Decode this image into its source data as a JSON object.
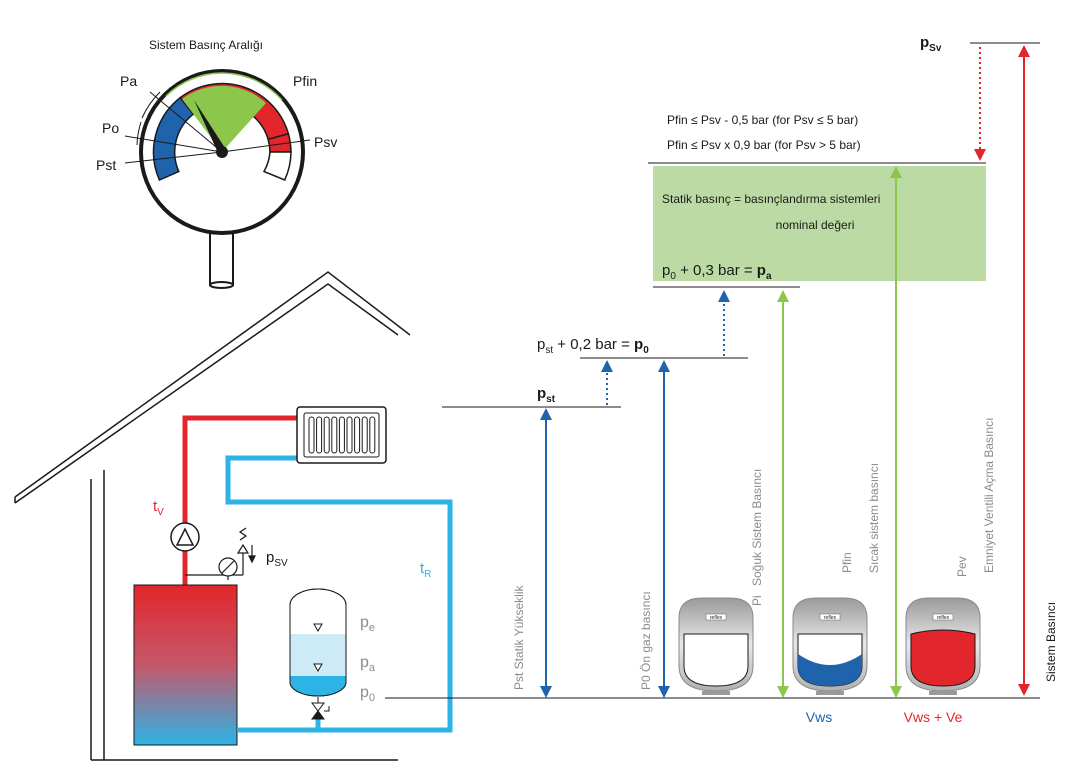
{
  "colors": {
    "red": "#e3262b",
    "blue": "#1f63ad",
    "cyan": "#2db3e5",
    "green": "#8cc64a",
    "green_zone": "#bcdba4",
    "dark": "#1a1a1a",
    "grey_text": "#8c8c8c"
  },
  "gauge": {
    "title": "Sistem Basınç Aralığı",
    "label_pa": "Pa",
    "label_pfin": "Pfin",
    "label_p0": "Po",
    "label_psv": "Psv",
    "label_pst": "Pst"
  },
  "levels": {
    "psv": {
      "p": "p",
      "sub": "Sv"
    },
    "pfin_line1": "Pfin ≤ Psv - 0,5 bar (for Psv ≤ 5 bar)",
    "pfin_line2": "Pfin ≤ Psv x 0,9 bar (for Psv > 5 bar)",
    "static_line1": "Statik basınç = basınçlandırma sistemleri",
    "static_line2": "nominal değeri",
    "pa_formula": {
      "p": "p",
      "sub": "0",
      "mid": " + 0,3 bar = ",
      "res": "p",
      "res_sub": "a"
    },
    "p0_formula": {
      "p": "p",
      "sub": "st",
      "mid": " + 0,2 bar = ",
      "res": "p",
      "res_sub": "0"
    },
    "pst": {
      "p": "p",
      "sub": "st"
    }
  },
  "house": {
    "tv": {
      "t": "t",
      "sub": "V"
    },
    "tr": {
      "t": "t",
      "sub": "R"
    },
    "psv": {
      "p": "p",
      "sub": "SV"
    },
    "vessel_pe": {
      "p": "p",
      "sub": "e"
    },
    "vessel_pa": {
      "p": "p",
      "sub": "a"
    },
    "vessel_p0": {
      "p": "p",
      "sub": "0"
    }
  },
  "vertical_labels": {
    "pst": "Pst Statik Yükseklik",
    "p0": "P0 Ön gaz basıncı",
    "pi_1": "Pi",
    "pi_2": "Soğuk Sistem Basıncı",
    "pfin_1": "Pfin",
    "pfin_2": "Sıcak sistem basıncı",
    "pev_1": "Pev",
    "pev_2": "Emniyet Ventili Açma Basıncı",
    "system": "Sistem Basıncı"
  },
  "tanks": {
    "brand": "reflex",
    "vws": "Vws",
    "vws_ve": "Vws + Ve"
  }
}
